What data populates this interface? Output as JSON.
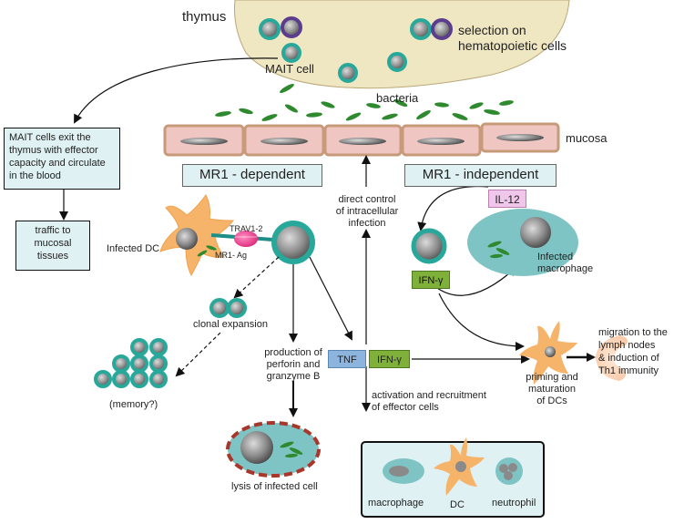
{
  "labels": {
    "thymus": "thymus",
    "selection": "selection on\nhematopoietic cells",
    "mait_cell": "MAIT cell",
    "bacteria": "bacteria",
    "mucosa": "mucosa",
    "exit_box": "MAIT cells exit the thymus with effector capacity and circulate in the blood",
    "traffic_box": "traffic to\nmucosal\ntissues",
    "mr1_dependent": "MR1 - dependent",
    "mr1_independent": "MR1 - independent",
    "direct_control": "direct control\nof intracellular\ninfection",
    "il12": "IL-12",
    "infected_dc": "Infected DC",
    "trav": "TRAV1-2",
    "mr1_ag": "MR1- Ag",
    "infected_macrophage": "Infected\nmacrophage",
    "ifng_small": "IFN-γ",
    "clonal_expansion": "clonal expansion",
    "production": "production of\nperforin and\ngranzyme B",
    "tnf": "TNF",
    "ifng": "IFN-γ",
    "priming": "priming and\nmaturation\nof DCs",
    "migration": "migration to the\nlymph nodes\n& induction of\nTh1 immunity",
    "memory": "(memory?)",
    "lysis": "lysis of infected cell",
    "activation": "activation and recruitment\nof effector cells",
    "macrophage": "macrophage",
    "dc": "DC",
    "neutrophil": "neutrophil"
  },
  "colors": {
    "thymus_fill": "#efe6c2",
    "mait_ring": "#27a89a",
    "thymocyte_ring": "#5a3d8c",
    "bacteria": "#2f8a2f",
    "mucosa_fill": "#efc6c2",
    "mucosa_border": "#c79b7a",
    "macrophage_fill": "#7fc4c4",
    "dc_fill": "#f6b36a",
    "tnf_fill": "#8db4dc",
    "ifng_fill": "#7fb03a",
    "il12_fill": "#f0c6ea",
    "lysis_border": "#a8362a",
    "box_fill": "#dff1f3"
  }
}
